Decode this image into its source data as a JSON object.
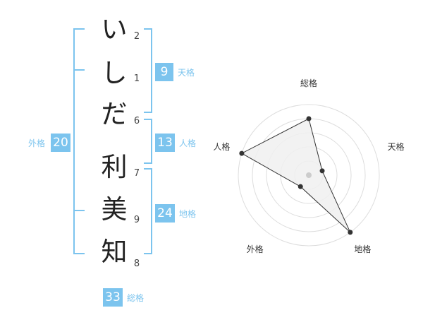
{
  "reading": {
    "chars": [
      {
        "char": "い",
        "strokes": "2"
      },
      {
        "char": "し",
        "strokes": "1"
      },
      {
        "char": "だ",
        "strokes": "6"
      },
      {
        "char": "利",
        "strokes": "7"
      },
      {
        "char": "美",
        "strokes": "9"
      },
      {
        "char": "知",
        "strokes": "8"
      }
    ],
    "groups": {
      "tenkaku": {
        "value": "9",
        "label": "天格"
      },
      "jinkaku": {
        "value": "13",
        "label": "人格"
      },
      "chikaku": {
        "value": "24",
        "label": "地格"
      },
      "gaikaku": {
        "value": "20",
        "label": "外格"
      },
      "soukaku": {
        "value": "33",
        "label": "総格"
      }
    }
  },
  "colors": {
    "accent": "#7cc4ee",
    "fill": "#f0f0f0",
    "ring": "#dddddd",
    "line": "#333333"
  },
  "chart_data": {
    "type": "radar",
    "axes": [
      "総格",
      "天格",
      "地格",
      "外格",
      "人格"
    ],
    "range": [
      0,
      5
    ],
    "values": [
      4,
      1,
      5,
      1,
      5
    ]
  }
}
